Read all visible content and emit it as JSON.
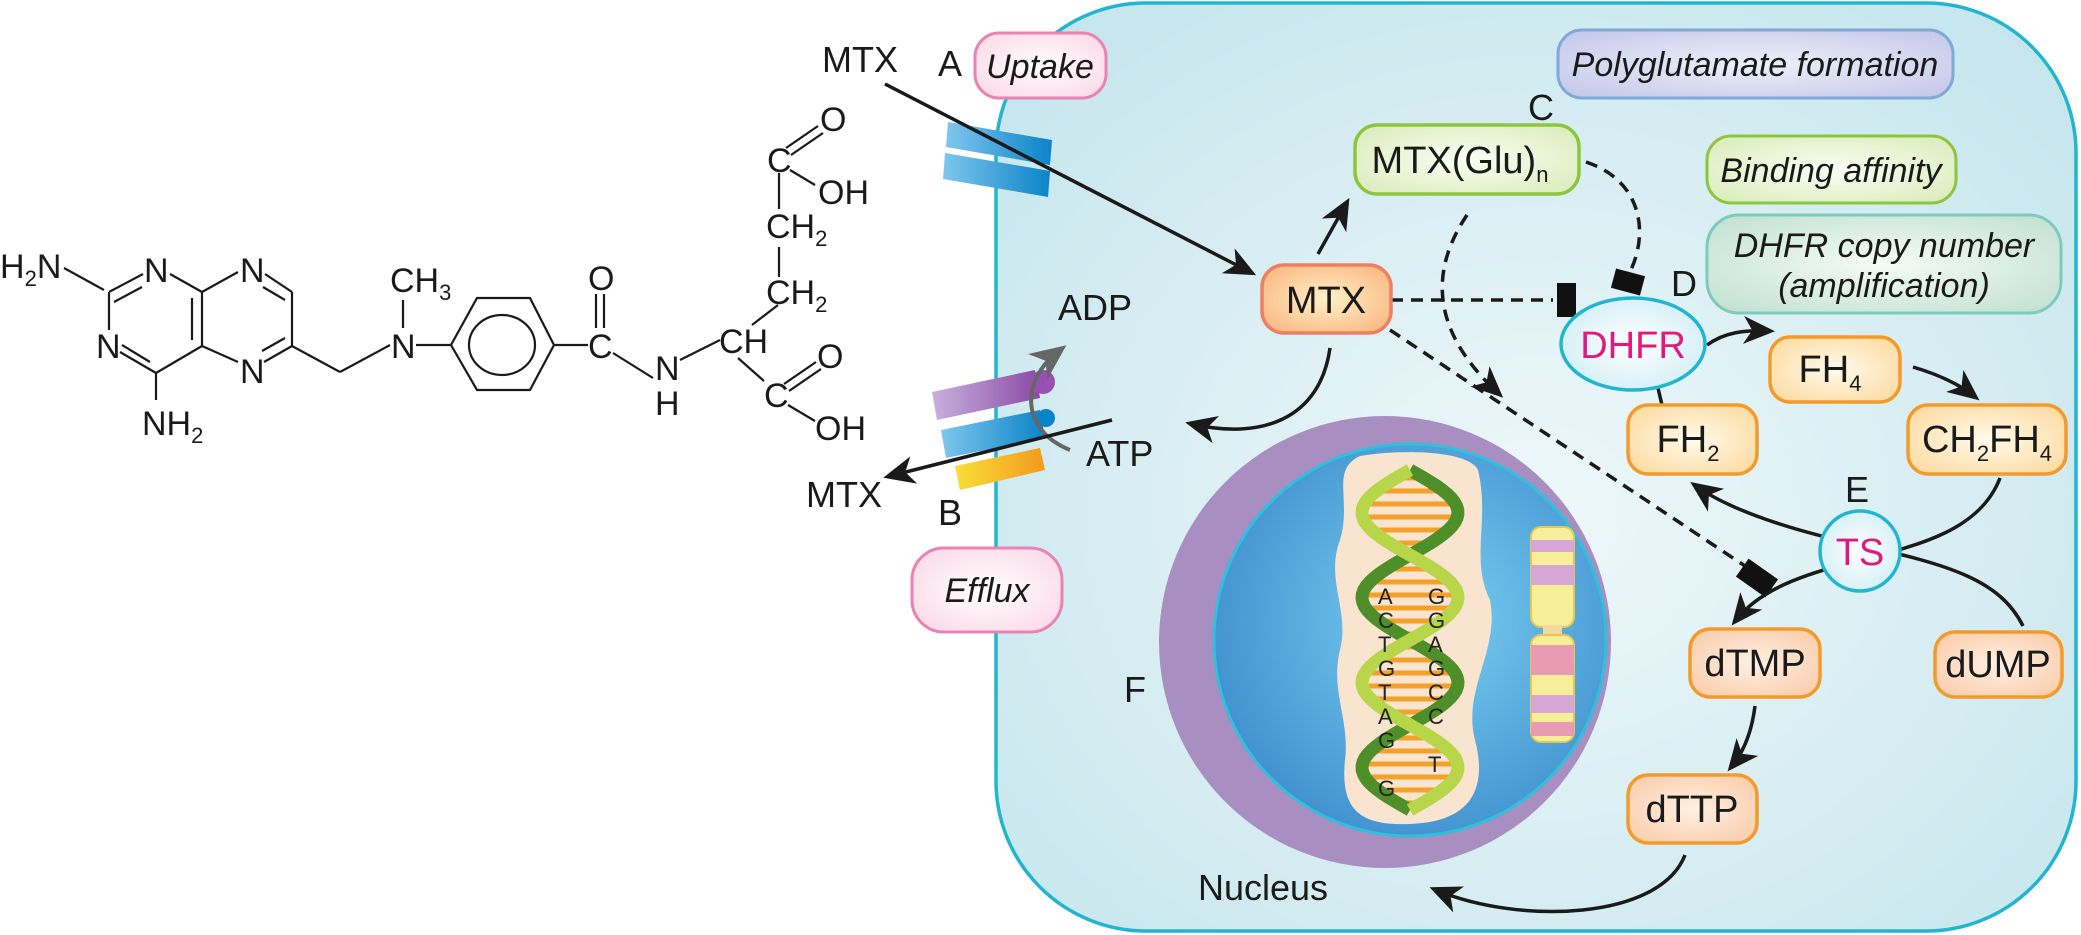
{
  "structure": {
    "h2n": {
      "a": "H",
      "sub": "2",
      "b": "N"
    },
    "ring_n": [
      "N",
      "N",
      "N",
      "N"
    ],
    "nh2": {
      "a": "NH",
      "sub": "2"
    },
    "n_methyl": "N",
    "ch3": {
      "a": "CH",
      "sub": "3"
    },
    "carbonyl_c": "C",
    "carbonyl_o": "O",
    "amide_n": "N",
    "amide_h": "H",
    "ch": "CH",
    "ch2_lower": {
      "a": "CH",
      "sub": "2"
    },
    "ch2_upper": {
      "a": "CH",
      "sub": "2"
    },
    "top_c": "C",
    "top_o": "O",
    "top_oh": "OH",
    "bottom_c": "C",
    "bottom_o": "O",
    "bottom_oh": "OH"
  },
  "labels": {
    "mtx_outside_top": "MTX",
    "mtx_outside_bottom": "MTX",
    "A": "A",
    "B": "B",
    "C": "C",
    "D": "D",
    "E": "E",
    "F": "F",
    "adp": "ADP",
    "atp": "ATP",
    "nucleus": "Nucleus"
  },
  "pills": {
    "uptake": "Uptake",
    "efflux": "Efflux",
    "polyglutamate": "Polyglutamate formation",
    "binding": "Binding affinity",
    "copy_line1": "DHFR copy number",
    "copy_line2": "(amplification)"
  },
  "nodes": {
    "mtx": "MTX",
    "mtx_glu": {
      "a": "MTX(Glu)",
      "sub": "n"
    },
    "dhfr": "DHFR",
    "fh4": {
      "a": "FH",
      "sub": "4"
    },
    "fh2": {
      "a": "FH",
      "sub": "2"
    },
    "ch2fh4": {
      "a": "CH",
      "sub1": "2",
      "b": "FH",
      "sub2": "4"
    },
    "ts": "TS",
    "dtmp": "dTMP",
    "dump": "dUMP",
    "dttp": "dTTP"
  },
  "dna_letters": [
    "A",
    "G",
    "C",
    "G",
    "T",
    "A",
    "G",
    "G",
    "T",
    "C",
    "A",
    "C",
    "G",
    "T",
    "G"
  ],
  "colors": {
    "cell_border": "#21b5d0",
    "enzyme_text": "#e0187f",
    "node_border": "#f39a2b",
    "mtx_border": "#ef7f63",
    "green_border": "#8cc63f",
    "pink_border": "#ea83b3",
    "blue_border": "#7fa9d9",
    "teal_border": "#7ccbbb"
  }
}
